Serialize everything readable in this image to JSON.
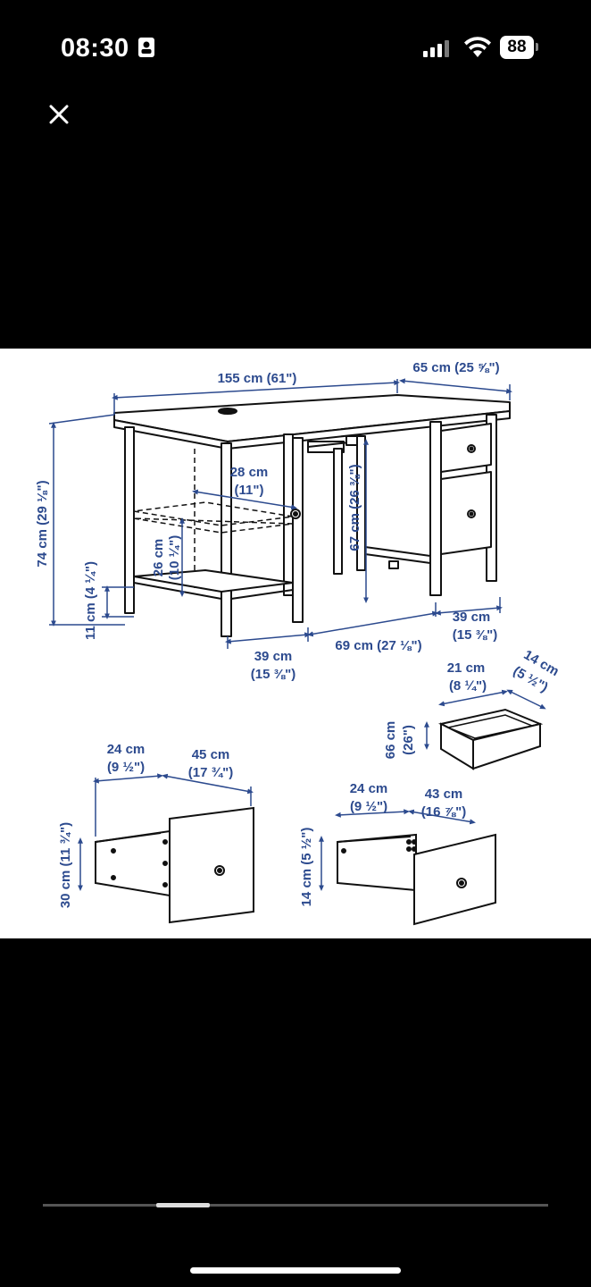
{
  "status_bar": {
    "time": "08:30",
    "battery_level": "88"
  },
  "viewer": {
    "close_icon": "close-icon"
  },
  "diagram": {
    "labels": {
      "width_total": "155 cm (61\")",
      "depth_total": "65 cm (25 ⅝\")",
      "height_total": "74 cm (29 ⅛\")",
      "leg_clearance": "11 cm (4 ¼\")",
      "shelf_depth_cm": "28 cm",
      "shelf_depth_in": "(11\")",
      "shelf_height_cm": "26 cm",
      "shelf_height_in": "(10 ¼\")",
      "knee_height": "67 cm (26 ⅜\")",
      "left_width_cm": "39 cm",
      "left_width_in": "(15 ⅜\")",
      "middle_width": "69 cm (27 ⅛\")",
      "right_width_cm": "39 cm",
      "right_width_in": "(15 ⅜\")",
      "pullout_depth_cm": "21 cm",
      "pullout_depth_in": "(8 ¼\")",
      "pullout_height_cm": "14 cm",
      "pullout_height_in": "(5 ½\")",
      "pullout_width_cm": "66 cm",
      "pullout_width_in": "(26\")",
      "big_drawer_w_cm": "24 cm",
      "big_drawer_w_in": "(9 ½\")",
      "big_drawer_d_cm": "45 cm",
      "big_drawer_d_in": "(17 ¾\")",
      "big_drawer_h": "30 cm (11 ¾\")",
      "small_drawer_w_cm": "24 cm",
      "small_drawer_w_in": "(9 ½\")",
      "small_drawer_d_cm": "43 cm",
      "small_drawer_d_in": "(16 ⅞\")",
      "small_drawer_h": "14 cm (5 ½\")"
    },
    "colors": {
      "dimension": "#2c4a8e",
      "line": "#111111"
    }
  }
}
